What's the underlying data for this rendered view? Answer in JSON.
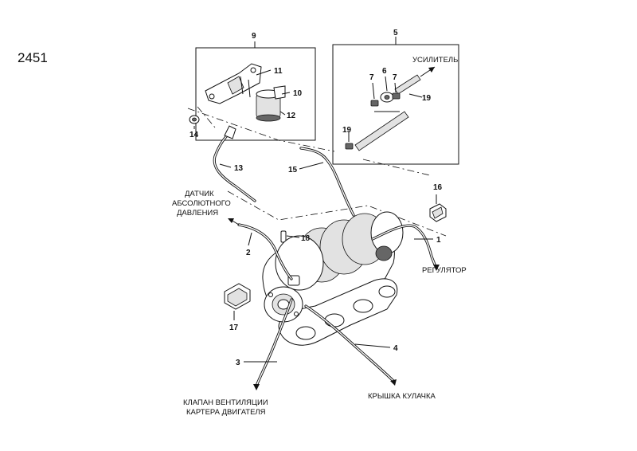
{
  "diagram": {
    "code": "2451",
    "callouts": [
      "1",
      "2",
      "3",
      "4",
      "5",
      "6",
      "7",
      "7",
      "9",
      "10",
      "11",
      "12",
      "13",
      "14",
      "15",
      "16",
      "17",
      "18",
      "19",
      "19"
    ],
    "captions": {
      "amplifier": "УСИЛИТЕЛЬ",
      "map_sensor_line1": "ДАТЧИК",
      "map_sensor_line2": "АБСОЛЮТНОГО",
      "map_sensor_line3": "ДАВЛЕНИЯ",
      "regulator": "РЕГУЛЯТОР",
      "valve_line1": "КЛАПАН ВЕНТИЛЯЦИИ",
      "valve_line2": "КАРТЕРА ДВИГАТЕЛЯ",
      "cam_cover": "КРЫШКА КУЛАЧКА"
    }
  }
}
